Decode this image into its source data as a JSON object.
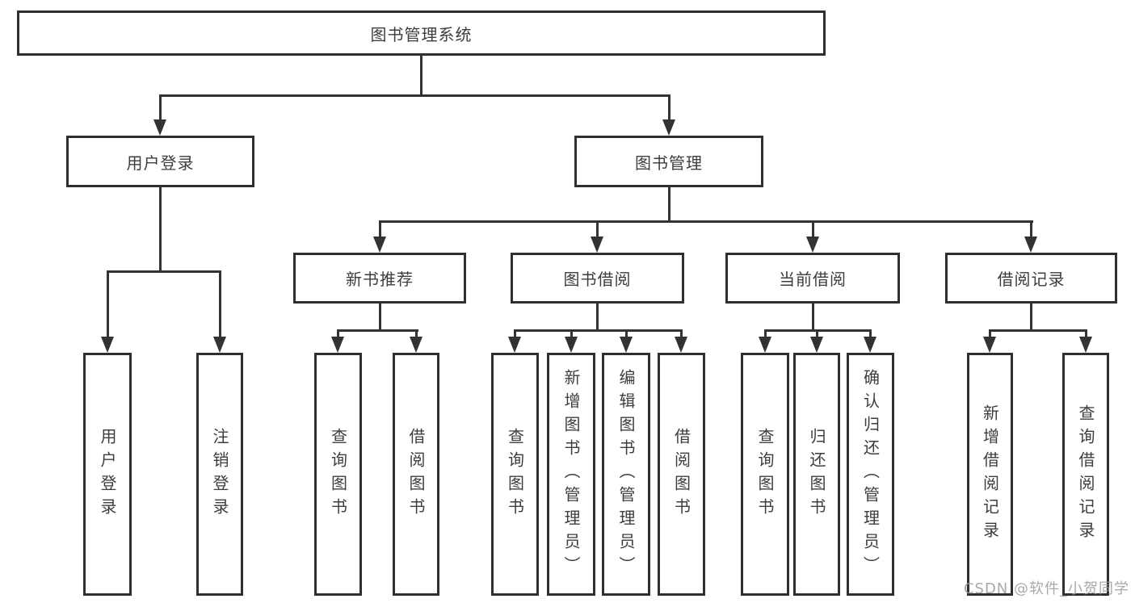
{
  "tree": {
    "root": "图书管理系统",
    "branches": [
      {
        "label": "用户登录",
        "leaves": [
          "用户登录",
          "注销登录"
        ]
      },
      {
        "label": "图书管理",
        "sections": [
          {
            "label": "新书推荐",
            "leaves": [
              "查询图书",
              "借阅图书"
            ]
          },
          {
            "label": "图书借阅",
            "leaves": [
              "查询图书",
              "新增图书（管理员）",
              "编辑图书（管理员）",
              "借阅图书"
            ]
          },
          {
            "label": "当前借阅",
            "leaves": [
              "查询图书",
              "归还图书",
              "确认归还（管理员）"
            ]
          },
          {
            "label": "借阅记录",
            "leaves": [
              "新增借阅记录",
              "查询借阅记录"
            ]
          }
        ]
      }
    ]
  },
  "watermark": {
    "text": "CSDN @软件_小贺同学"
  },
  "colors": {
    "connector": "#333333",
    "box_border": "#2f2f2f",
    "label_text": "#3d3d3d",
    "watermark_text": "#9b9b9b",
    "canvas_bg": "#ffffff"
  }
}
